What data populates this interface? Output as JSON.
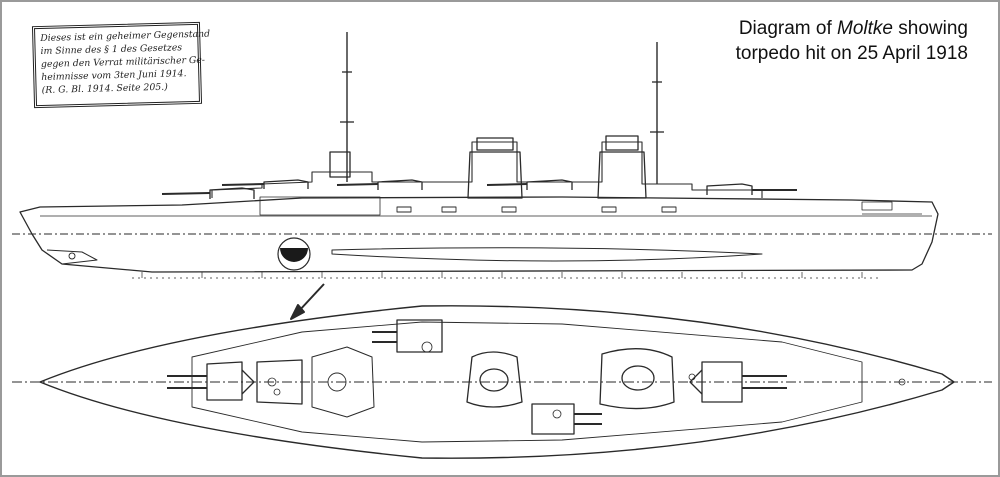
{
  "caption": {
    "line1_prefix": "Diagram of ",
    "ship_name": "Moltke",
    "line1_suffix": " showing",
    "line2": "torpedo hit on 25 April 1918"
  },
  "stamp": {
    "lines": [
      "Dieses ist ein geheimer Gegenstand",
      "im Sinne des § 1 des Gesetzes",
      "gegen den Verrat militärischer Ge-",
      "heimnisse vom 3ten Juni 1914.",
      "(R. G. Bl. 1914. Seite 205.)"
    ]
  },
  "colors": {
    "ink": "#2a2a2a",
    "background": "#ffffff",
    "border": "#9a9a9a"
  }
}
